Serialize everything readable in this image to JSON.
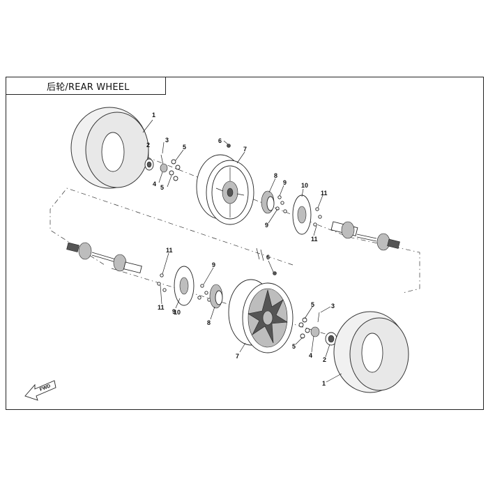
{
  "title": "后轮/REAR WHEEL",
  "fwd_label": "FWD",
  "callouts": {
    "tire_top": "1",
    "cap_top": "2",
    "pin_top": "3",
    "nut_top": "4",
    "stud_top_a": "5",
    "stud_top_b": "5",
    "valve_top": "6",
    "rim_top": "7",
    "hub_top": "8",
    "bolt_top_a": "9",
    "bolt_top_b": "9",
    "disc_top": "10",
    "screw_top_a": "11",
    "screw_top_b": "11",
    "screw_bot_a": "11",
    "screw_bot_b": "11",
    "bolt_bot_a": "9",
    "bolt_bot_b": "9",
    "disc_bot": "10",
    "hub_bot": "8",
    "valve_bot": "6",
    "rim_bot": "7",
    "stud_bot_a": "5",
    "stud_bot_b": "5",
    "pin_bot": "3",
    "nut_bot": "4",
    "cap_bot": "2",
    "tire_bot": "1"
  }
}
